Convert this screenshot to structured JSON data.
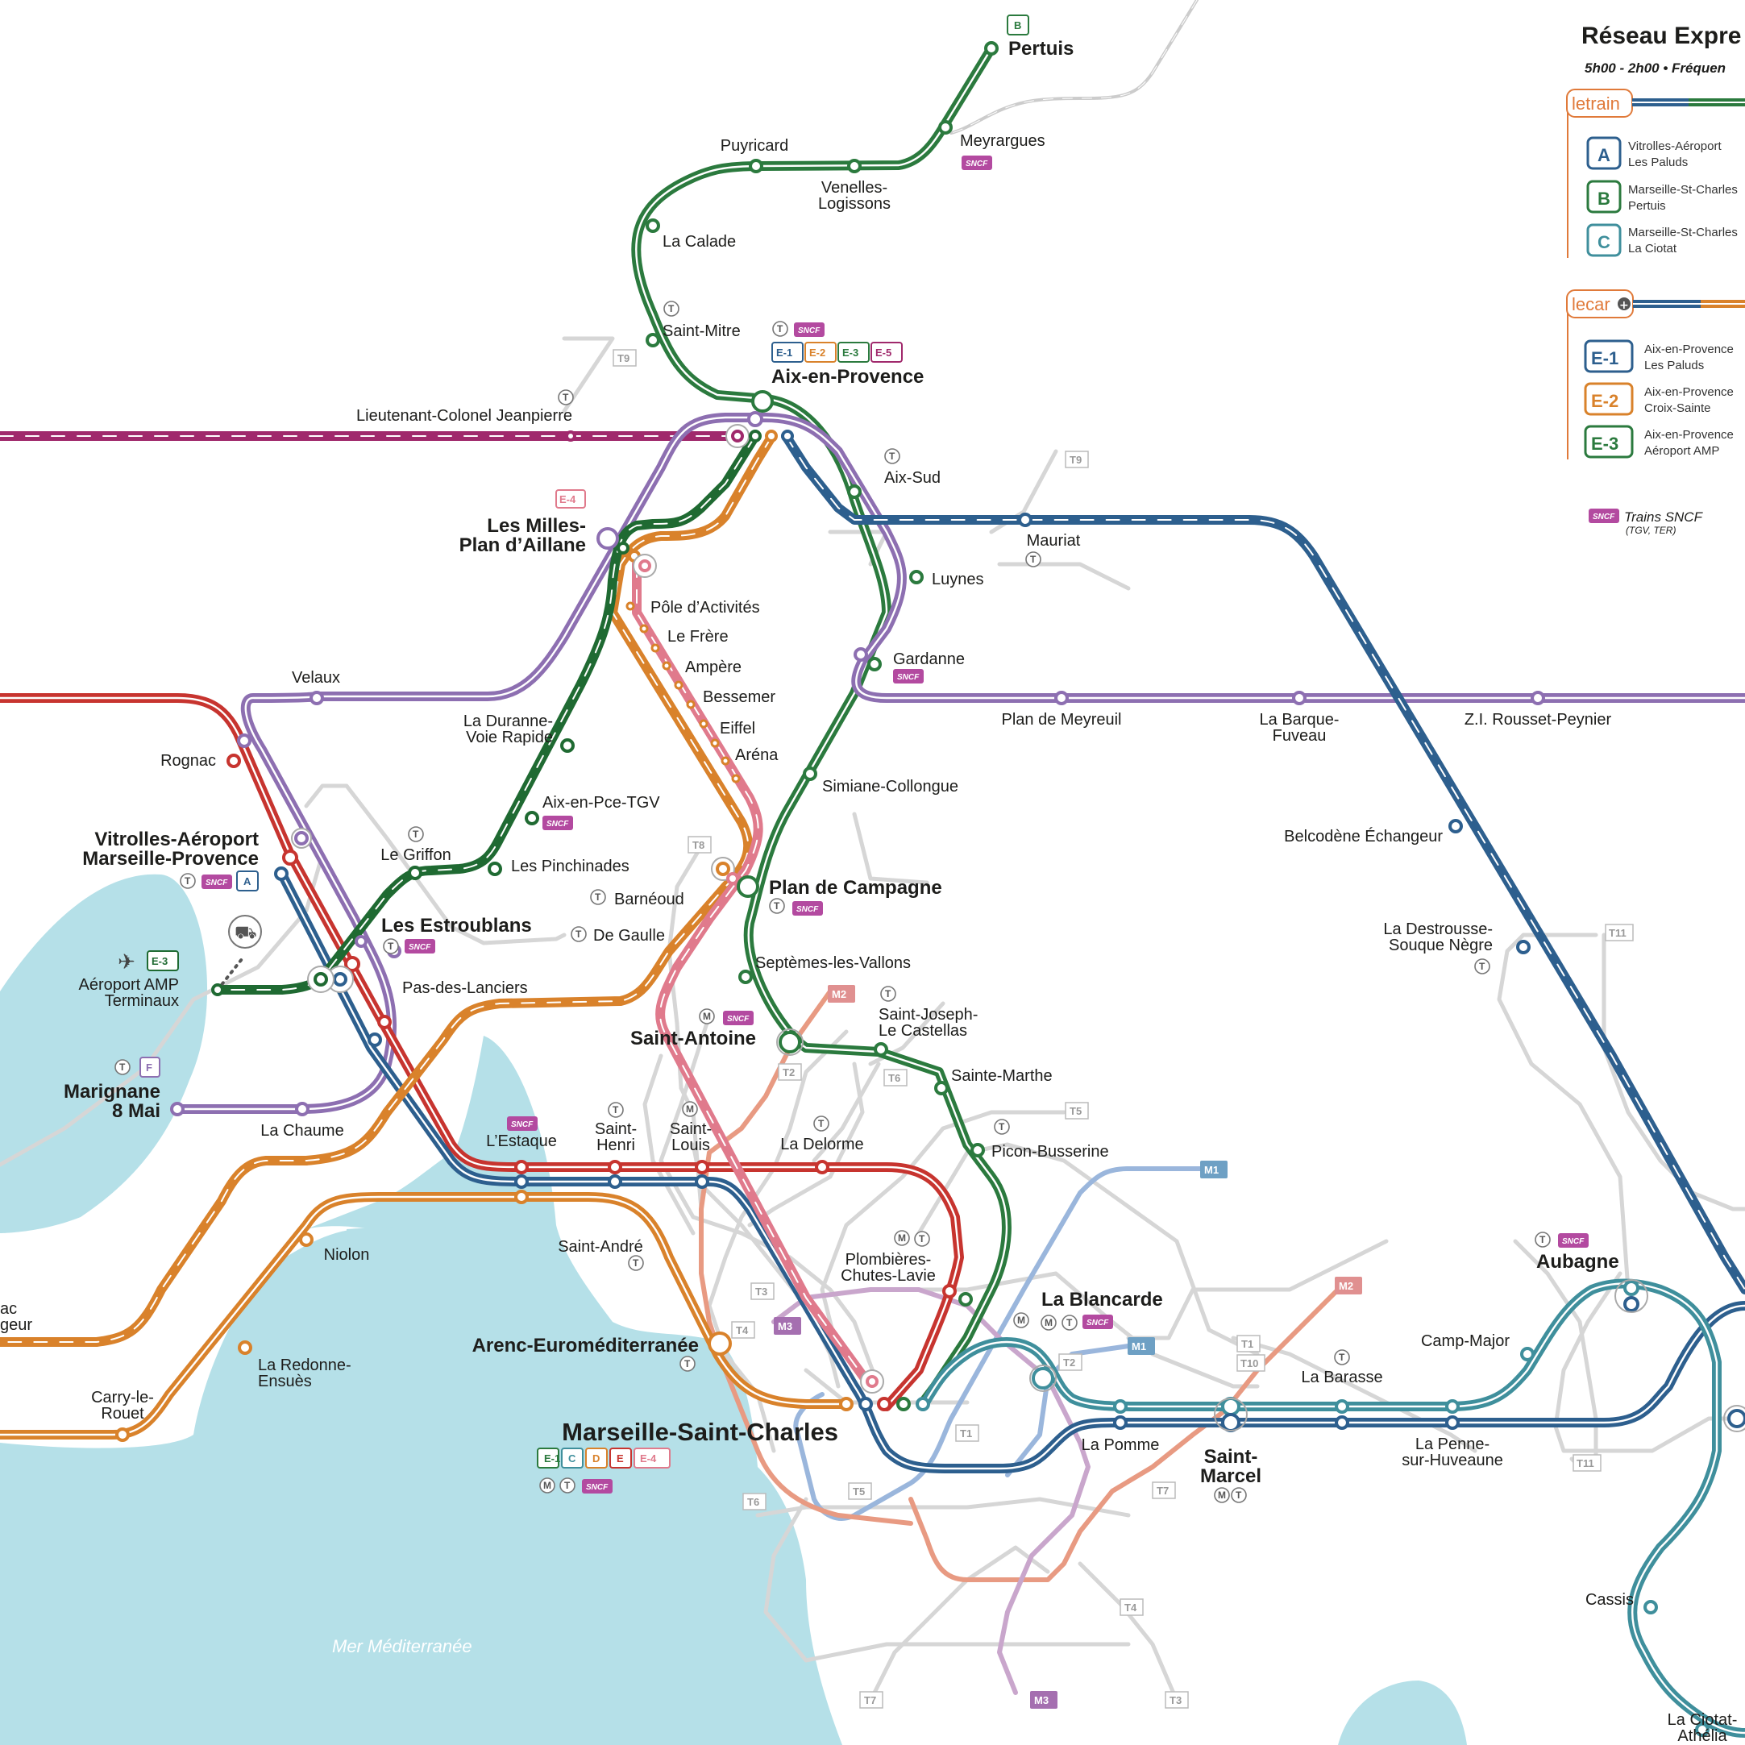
{
  "map": {
    "sea_label": "Mer Méditerranée",
    "colors": {
      "A": "#2d5f8e",
      "B": "#2b7a3e",
      "C": "#3f8f9c",
      "D": "#d9822b",
      "E": "#c7342f",
      "E1": "#2d5f8e",
      "E2": "#d9822b",
      "E3": "#2b7a3e",
      "E4": "#e07a8c",
      "E5": "#a0296c",
      "F": "#8d6fb1",
      "M1": "#9ab6dc",
      "M2": "#e89a82",
      "M3": "#c9a6cc",
      "tram": "#d6d6d6",
      "sea": "#b5e0e8",
      "sncf": "#b34aa0",
      "letrain": "#e0693a"
    },
    "stations": [
      {
        "id": "pertuis",
        "name": "Pertuis",
        "style": "bold"
      },
      {
        "id": "meyrargues",
        "name": "Meyrargues",
        "style": "normal"
      },
      {
        "id": "puyricard",
        "name": "Puyricard",
        "style": "normal"
      },
      {
        "id": "venelles",
        "name": "Venelles-\nLogissons",
        "style": "normal"
      },
      {
        "id": "lacalade",
        "name": "La Calade",
        "style": "normal"
      },
      {
        "id": "saintmitre",
        "name": "Saint-Mitre",
        "style": "normal"
      },
      {
        "id": "aix",
        "name": "Aix-en-Provence",
        "style": "bold"
      },
      {
        "id": "jeanpierre",
        "name": "Lieutenant-Colonel Jeanpierre",
        "style": "normal"
      },
      {
        "id": "aixsud",
        "name": "Aix-Sud",
        "style": "normal"
      },
      {
        "id": "mauriat",
        "name": "Mauriat",
        "style": "normal"
      },
      {
        "id": "luynes",
        "name": "Luynes",
        "style": "normal"
      },
      {
        "id": "milles",
        "name": "Les Milles-\nPlan d’Aillane",
        "style": "bold"
      },
      {
        "id": "poleact",
        "name": "Pôle d’Activités",
        "style": "normal"
      },
      {
        "id": "lefrere",
        "name": "Le Frère",
        "style": "normal"
      },
      {
        "id": "ampere",
        "name": "Ampère",
        "style": "normal"
      },
      {
        "id": "bessemer",
        "name": "Bessemer",
        "style": "normal"
      },
      {
        "id": "eiffel",
        "name": "Eiffel",
        "style": "normal"
      },
      {
        "id": "arena",
        "name": "Aréna",
        "style": "normal"
      },
      {
        "id": "gardanne",
        "name": "Gardanne",
        "style": "normal"
      },
      {
        "id": "meyreuil",
        "name": "Plan de Meyreuil",
        "style": "normal"
      },
      {
        "id": "fuveau",
        "name": "La Barque-\nFuveau",
        "style": "normal"
      },
      {
        "id": "rousset",
        "name": "Z.I. Rousset-Peynier",
        "style": "normal"
      },
      {
        "id": "velaux",
        "name": "Velaux",
        "style": "normal"
      },
      {
        "id": "rognac",
        "name": "Rognac",
        "style": "normal"
      },
      {
        "id": "duranne",
        "name": "La Duranne-\nVoie Rapide",
        "style": "normal"
      },
      {
        "id": "aixtgv",
        "name": "Aix-en-Pce-TGV",
        "style": "normal"
      },
      {
        "id": "simiane",
        "name": "Simiane-Collongue",
        "style": "normal"
      },
      {
        "id": "belcodene",
        "name": "Belcodène Échangeur",
        "style": "normal"
      },
      {
        "id": "vitrolles",
        "name": "Vitrolles-Aéroport\nMarseille-Provence",
        "style": "bold"
      },
      {
        "id": "griffon",
        "name": "Le Griffon",
        "style": "normal"
      },
      {
        "id": "pinchinades",
        "name": "Les Pinchinades",
        "style": "normal"
      },
      {
        "id": "barneoud",
        "name": "Barnéoud",
        "style": "normal"
      },
      {
        "id": "plancampagne",
        "name": "Plan de Campagne",
        "style": "bold"
      },
      {
        "id": "degaulle",
        "name": "De Gaulle",
        "style": "normal"
      },
      {
        "id": "estroublans",
        "name": "Les Estroublans",
        "style": "bold"
      },
      {
        "id": "aeroport",
        "name": "Aéroport AMP\nTerminaux",
        "style": "normal"
      },
      {
        "id": "pasdeslanciers",
        "name": "Pas-des-Lanciers",
        "style": "normal"
      },
      {
        "id": "septemes",
        "name": "Septèmes-les-Vallons",
        "style": "normal"
      },
      {
        "id": "destrousse",
        "name": "La Destrousse-\nSouque Nègre",
        "style": "normal"
      },
      {
        "id": "saintantoine",
        "name": "Saint-Antoine",
        "style": "bold"
      },
      {
        "id": "saintjoseph",
        "name": "Saint-Joseph-\nLe Castellas",
        "style": "normal"
      },
      {
        "id": "saintemarthe",
        "name": "Sainte-Marthe",
        "style": "normal"
      },
      {
        "id": "marignane",
        "name": "Marignane\n8 Mai",
        "style": "bold"
      },
      {
        "id": "lachaume",
        "name": "La Chaume",
        "style": "normal"
      },
      {
        "id": "lestaque",
        "name": "L’Estaque",
        "style": "normal"
      },
      {
        "id": "sainthenri",
        "name": "Saint-\nHenri",
        "style": "normal"
      },
      {
        "id": "saintlouis",
        "name": "Saint-\nLouis",
        "style": "normal"
      },
      {
        "id": "ladelorme",
        "name": "La Delorme",
        "style": "normal"
      },
      {
        "id": "piconbusserine",
        "name": "Picon-Busserine",
        "style": "normal"
      },
      {
        "id": "niolon",
        "name": "Niolon",
        "style": "normal"
      },
      {
        "id": "saintandre",
        "name": "Saint-André",
        "style": "normal"
      },
      {
        "id": "plombieres",
        "name": "Plombières-\nChutes-Lavie",
        "style": "normal"
      },
      {
        "id": "blancarde",
        "name": "La Blancarde",
        "style": "bold"
      },
      {
        "id": "aubagne",
        "name": "Aubagne",
        "style": "bold"
      },
      {
        "id": "campmajor",
        "name": "Camp-Major",
        "style": "normal"
      },
      {
        "id": "redonne",
        "name": "La Redonne-\nEnsuès",
        "style": "normal"
      },
      {
        "id": "arenc",
        "name": "Arenc-Euroméditerranée",
        "style": "bold"
      },
      {
        "id": "labarasse",
        "name": "La Barasse",
        "style": "normal"
      },
      {
        "id": "carry",
        "name": "Carry-le-\nRouet",
        "style": "normal"
      },
      {
        "id": "stcharles",
        "name": "Marseille-Saint-Charles",
        "style": "xl"
      },
      {
        "id": "lapomme",
        "name": "La Pomme",
        "style": "normal"
      },
      {
        "id": "saintmarcel",
        "name": "Saint-\nMarcel",
        "style": "bold"
      },
      {
        "id": "penne",
        "name": "La Penne-\nsur-Huveaune",
        "style": "normal"
      },
      {
        "id": "cassis",
        "name": "Cassis",
        "style": "normal"
      },
      {
        "id": "laciotat",
        "name": "La Ciotat-\nAthélia",
        "style": "normal"
      },
      {
        "id": "edge_left",
        "name": "ac\ngeur",
        "style": "normal"
      }
    ],
    "line_tags": [
      "B",
      "E-1",
      "E-2",
      "E-3",
      "E-5",
      "E-4",
      "A",
      "E-3",
      "F",
      "M2",
      "M1",
      "M2",
      "M1",
      "M3",
      "C",
      "D",
      "E",
      "E-4"
    ],
    "tram_tags": [
      "T9",
      "T9",
      "T8",
      "T2",
      "T6",
      "T5",
      "T3",
      "T4",
      "T2",
      "T1",
      "T10",
      "T1",
      "T5",
      "T6",
      "T7",
      "T4",
      "T7",
      "T3",
      "T11",
      "T11"
    ],
    "sncf_badge": "SNCF"
  },
  "legend": {
    "title": "Réseau Expre",
    "subtitle": "5h00 - 2h00 • Fréquen",
    "letrain_label": "letrain",
    "lecar_label": "lecar",
    "train_lines": [
      {
        "code": "A",
        "l1": "Vitrolles-Aéroport",
        "l2": "Les Paluds"
      },
      {
        "code": "B",
        "l1": "Marseille-St-Charles",
        "l2": "Pertuis"
      },
      {
        "code": "C",
        "l1": "Marseille-St-Charles",
        "l2": "La Ciotat"
      }
    ],
    "car_lines": [
      {
        "code": "E-1",
        "l1": "Aix-en-Provence",
        "l2": "Les Paluds"
      },
      {
        "code": "E-2",
        "l1": "Aix-en-Provence",
        "l2": "Croix-Sainte"
      },
      {
        "code": "E-3",
        "l1": "Aix-en-Provence",
        "l2": "Aéroport AMP"
      }
    ],
    "sncf_label": "Trains SNCF",
    "sncf_sub": "(TGV, TER)"
  }
}
